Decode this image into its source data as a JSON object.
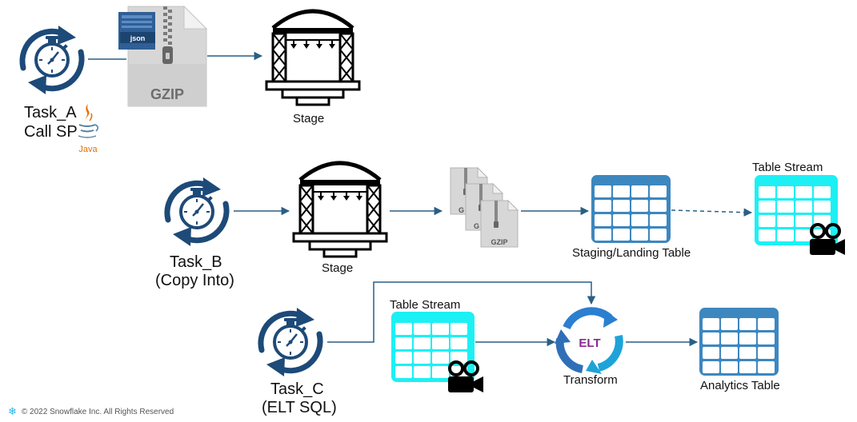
{
  "tasks": {
    "a": {
      "name": "Task_A",
      "detail": "Call SP"
    },
    "b": {
      "name": "Task_B",
      "detail": "(Copy Into)"
    },
    "c": {
      "name": "Task_C",
      "detail": "(ELT SQL)"
    }
  },
  "file_badges": {
    "json": "json",
    "gzip": "GZIP",
    "gzip_short": "G"
  },
  "java_label": "Java",
  "elt_label": "ELT",
  "labels": {
    "stage_1": "Stage",
    "stage_2": "Stage",
    "staging_table": "Staging/Landing Table",
    "table_stream_1": "Table Stream",
    "table_stream_2": "Table Stream",
    "transform": "Transform",
    "analytics_table": "Analytics Table"
  },
  "footer": {
    "copyright": "© 2022 Snowflake Inc. All Rights Reserved"
  },
  "colors": {
    "task_icon": "#1d4a78",
    "table_blue": "#3d87bf",
    "table_cyan": "#1cf0f5",
    "arrow": "#2a5f85",
    "gzip_file": "#d7d7d7",
    "json_badge": "#2f5f96",
    "elt_text": "#8a2891"
  }
}
